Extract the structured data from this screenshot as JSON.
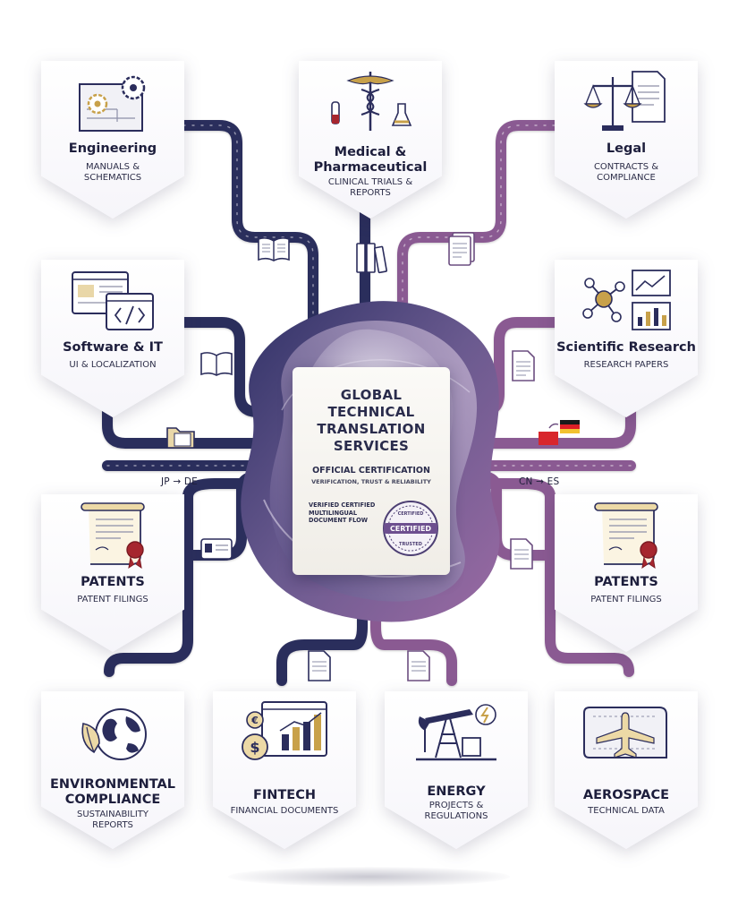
{
  "center": {
    "title": "GLOBAL TECHNICAL TRANSLATION SERVICES",
    "certification": "OFFICIAL CERTIFICATION",
    "tagline": "VERIFICATION, TRUST & RELIABILITY",
    "flow_note": "VERIFIED CERTIFIED MULTILINGUAL DOCUMENT FLOW",
    "seal_top": "CERTIFIED",
    "seal_main": "CERTIFIED",
    "seal_bottom": "TRUSTED"
  },
  "language_pairs": {
    "left": "JP → DE",
    "right": "CN → ES"
  },
  "categories": [
    {
      "title": "Engineering",
      "subtitle": "MANUALS & SCHEMATICS",
      "icon": "gears-blueprint-icon"
    },
    {
      "title": "Medical & Pharmaceutical",
      "subtitle": "CLINICAL TRIALS & REPORTS",
      "icon": "caduceus-icon"
    },
    {
      "title": "Legal",
      "subtitle": "CONTRACTS & COMPLIANCE",
      "icon": "scales-of-justice-icon"
    },
    {
      "title": "Software & IT",
      "subtitle": "UI & LOCALIZATION",
      "icon": "code-window-icon"
    },
    {
      "title": "Scientific Research",
      "subtitle": "RESEARCH PAPERS",
      "icon": "molecule-chart-icon"
    },
    {
      "title": "PATENTS",
      "subtitle": "PATENT FILINGS",
      "icon": "patent-scroll-icon"
    },
    {
      "title": "PATENTS",
      "subtitle": "PATENT FILINGS",
      "icon": "patent-scroll-icon"
    },
    {
      "title": "ENVIRONMENTAL COMPLIANCE",
      "subtitle": "SUSTAINABILITY REPORTS",
      "icon": "globe-leaf-icon"
    },
    {
      "title": "FINTECH",
      "subtitle": "FINANCIAL DOCUMENTS",
      "icon": "finance-chart-icon"
    },
    {
      "title": "ENERGY",
      "subtitle": "PROJECTS & REGULATIONS",
      "icon": "oil-pump-icon"
    },
    {
      "title": "AEROSPACE",
      "subtitle": "TECHNICAL DATA",
      "icon": "airplane-blueprint-icon"
    }
  ],
  "colors": {
    "navy": "#2b2d5c",
    "purple": "#8a5a92",
    "ink": "#1e1f3a",
    "card_bg": "#ffffff",
    "document": "#f6f4ef",
    "accent_red": "#a6262f",
    "accent_gold": "#c8a14a"
  }
}
